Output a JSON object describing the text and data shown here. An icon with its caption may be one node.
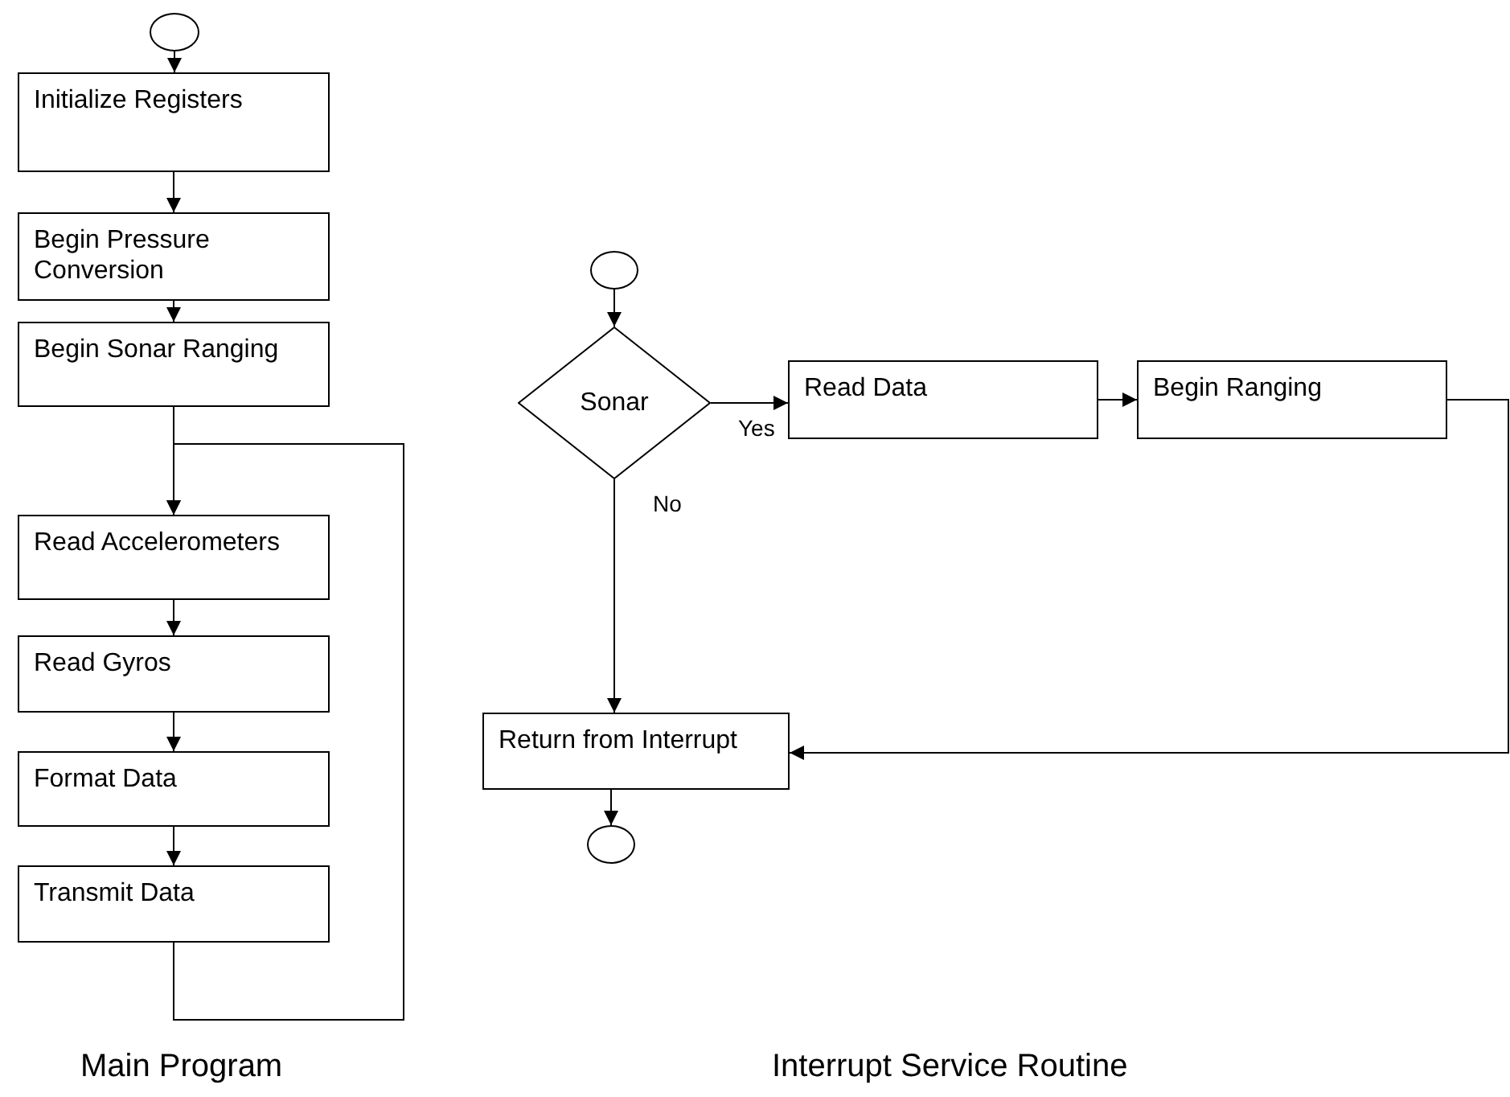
{
  "diagram": {
    "nodes": [
      {
        "text": [],
        "shape": "circle"
      },
      {
        "text": [
          "Initialize Registers"
        ]
      },
      {
        "text": [
          "Begin Pressure Conversion"
        ]
      },
      {
        "text": [
          "Begin Sonar Ranging"
        ]
      },
      {
        "text": [
          "Read Accelerometers"
        ]
      },
      {
        "text": [
          "Read Gyros"
        ]
      },
      {
        "text": [
          "Format Data"
        ]
      },
      {
        "text": [
          "Transmit Data"
        ]
      },
      {
        "text": [],
        "shape": "circle"
      },
      {
        "text": [
          "Sonar"
        ]
      },
      {
        "text": [
          "Read Data"
        ]
      },
      {
        "text": [
          "Begin Ranging"
        ]
      },
      {
        "text": [
          "Return from Interrupt"
        ]
      },
      {
        "text": [],
        "shape": "circle"
      }
    ],
    "edges": [
      {
        "from": 0,
        "to": 1,
        "arrow": "to"
      },
      {
        "from": 1,
        "to": 2,
        "arrow": "to"
      },
      {
        "from": 2,
        "to": 3,
        "arrow": "to"
      },
      {
        "from": 3,
        "to": 4,
        "arrow": "to"
      },
      {
        "from": 4,
        "to": 5,
        "arrow": "to"
      },
      {
        "from": 5,
        "to": 6,
        "arrow": "to"
      },
      {
        "from": 6,
        "to": 7,
        "arrow": "to"
      },
      {
        "from": 7,
        "to": 4,
        "arrow": "to"
      },
      {
        "from": 8,
        "to": 9,
        "arrow": "to"
      },
      {
        "from": 9,
        "to": 10,
        "label": "Yes",
        "arrow": "to"
      },
      {
        "from": 10,
        "to": 11,
        "arrow": "to"
      },
      {
        "from": 11,
        "to": 12,
        "arrow": "to"
      },
      {
        "from": 9,
        "to": 12,
        "label": "No",
        "arrow": "to"
      },
      {
        "from": 12,
        "to": 13,
        "arrow": "to"
      }
    ],
    "labels": [
      "Main Program",
      "Interrupt Service Routine"
    ]
  }
}
